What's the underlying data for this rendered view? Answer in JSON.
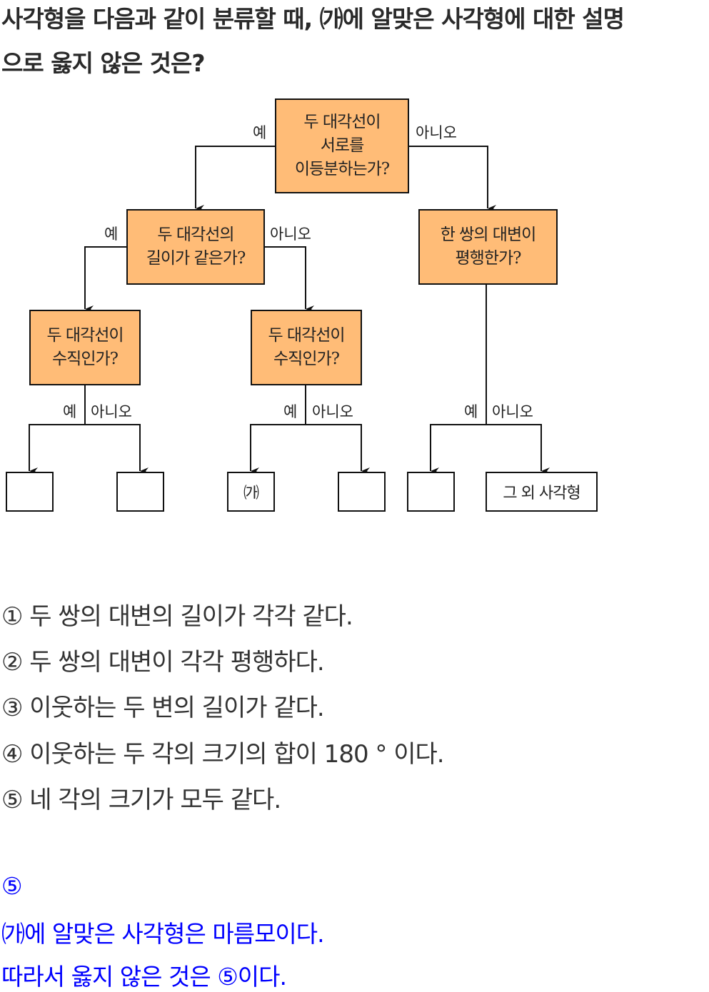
{
  "question": {
    "line1": "사각형을 다음과 같이 분류할 때, ㈎에 알맞은 사각형에 대한 설명",
    "line2": "으로 옳지 않은 것은?"
  },
  "diagram": {
    "box_color": "#FFBC77",
    "root": "두 대각선이\n서로를\n이등분하는가?",
    "equal_length": "두 대각선의\n길이가 같은가?",
    "parallel": "한 쌍의 대변이\n평행한가?",
    "perp_left": "두 대각선이\n수직인가?",
    "perp_mid": "두 대각선이\n수직인가?",
    "yes": "예",
    "no": "아니오",
    "leaves": [
      "",
      "",
      "㈎",
      "",
      "",
      "그 외 사각형"
    ]
  },
  "options": [
    "① 두 쌍의 대변의 길이가 각각 같다.",
    "② 두 쌍의 대변이 각각 평행하다.",
    "③ 이웃하는 두 변의 길이가 같다.",
    "④ 이웃하는 두 각의 크기의 합이 180 ° 이다.",
    "⑤ 네 각의 크기가 모두 같다."
  ],
  "answer": {
    "color": "#0000ff",
    "choice": "⑤",
    "line1": "㈎에 알맞은 사각형은 마름모이다.",
    "line2": "따라서 옳지 않은 것은 ⑤이다."
  }
}
